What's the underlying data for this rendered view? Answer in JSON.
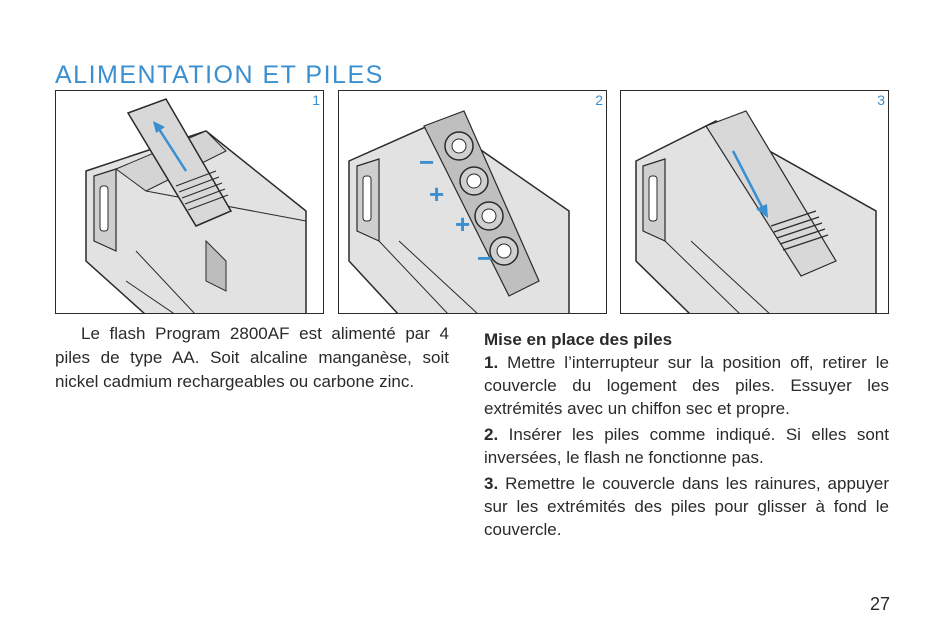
{
  "heading": "ALIMENTATION ET PILES",
  "figures": [
    {
      "number": "1",
      "arrow_direction": "up-left"
    },
    {
      "number": "2",
      "polarity_marks": [
        "−",
        "+",
        "+",
        "−"
      ]
    },
    {
      "number": "3",
      "arrow_direction": "down-right"
    }
  ],
  "intro": "Le flash Program 2800AF est alimenté par 4 piles de type AA. Soit alcaline manganèse, soit nickel cadmium rechargeables ou carbone zinc.",
  "section": {
    "title": "Mise en place des piles",
    "steps": [
      {
        "num": "1.",
        "text": "Mettre l’interrupteur sur la position off, retirer le couvercle du logement des piles. Essuyer les extrémités avec un chiffon sec et propre."
      },
      {
        "num": "2.",
        "text": "Insérer les piles comme indiqué. Si elles sont inversées, le flash ne fonctionne pas."
      },
      {
        "num": "3.",
        "text": "Remettre le couvercle dans les rainures, appuyer sur les extrémités des piles pour glisser à fond le couvercle."
      }
    ]
  },
  "page_number": "27",
  "colors": {
    "accent": "#3a8fd0",
    "ink": "#2a2a2a",
    "panel_fill": "#e2e2e2"
  }
}
